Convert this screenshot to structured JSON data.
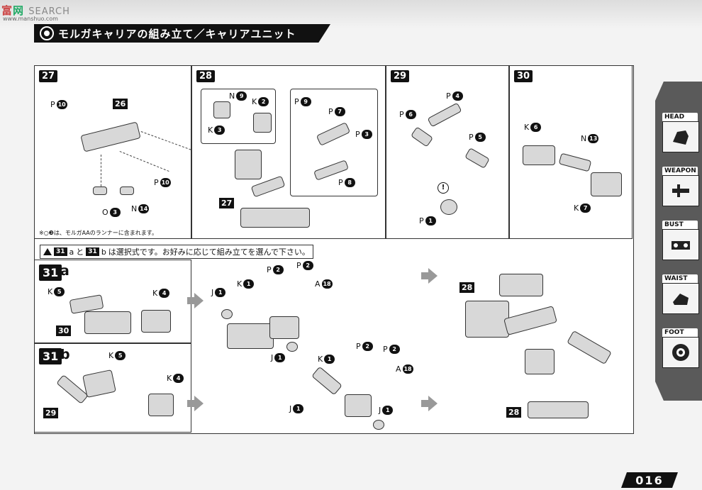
{
  "watermark": {
    "text": "SEARCH",
    "url": "www.manshuo.com"
  },
  "title": "モルガキャリアの組み立て／キャリアユニット",
  "optional_note": {
    "a": "31",
    "a_sfx": "a",
    "b": "31",
    "b_sfx": "b",
    "text": "は選択式です。お好みに応じて組み立てを選んで下さい。",
    "and": "と"
  },
  "runner_note": "※○❸は、モルガAAのランナーに含まれます。",
  "steps": {
    "s27": {
      "num": "27",
      "labels": {
        "p": "P",
        "p_n": "10",
        "box": "26",
        "p2": "P",
        "p2_n": "10",
        "o": "O",
        "o_n": "3",
        "n": "N",
        "n_n": "14"
      }
    },
    "s28": {
      "num": "28",
      "labels": {
        "n": "N",
        "n_n": "9",
        "k": "K",
        "k_n": "2",
        "k3": "K",
        "k3_n": "3",
        "p9": "P",
        "p9_n": "9",
        "p7": "P",
        "p7_n": "7",
        "p3": "P",
        "p3_n": "3",
        "p8": "P",
        "p8_n": "8",
        "box": "27"
      }
    },
    "s29": {
      "num": "29",
      "labels": {
        "p4": "P",
        "p4_n": "4",
        "p6": "P",
        "p6_n": "6",
        "p5": "P",
        "p5_n": "5",
        "p1": "P",
        "p1_n": "1",
        "excl": "!"
      }
    },
    "s30": {
      "num": "30",
      "labels": {
        "k6": "K",
        "k6_n": "6",
        "n13": "N",
        "n13_n": "13",
        "k7": "K",
        "k7_n": "7"
      }
    },
    "s31a": {
      "num": "31",
      "suffix": "a",
      "labels": {
        "k5": "K",
        "k5_n": "5",
        "k4": "K",
        "k4_n": "4",
        "box": "30"
      }
    },
    "s31b": {
      "num": "31",
      "suffix": "b",
      "labels": {
        "k5": "K",
        "k5_n": "5",
        "k4": "K",
        "k4_n": "4",
        "box": "29"
      }
    },
    "mid_a": {
      "j": "J",
      "j_n": "1",
      "k": "K",
      "k_n": "1",
      "p": "P",
      "p_n": "2",
      "p2": "P",
      "p2_n": "2",
      "a": "A",
      "a_n": "18",
      "j2": "J",
      "j2_n": "1"
    },
    "mid_b": {
      "k": "K",
      "k_n": "1",
      "p": "P",
      "p_n": "2",
      "p2": "P",
      "p2_n": "2",
      "a": "A",
      "a_n": "18",
      "j": "J",
      "j_n": "1",
      "j2": "J",
      "j2_n": "1"
    },
    "right": {
      "box1": "28",
      "box2": "28"
    }
  },
  "sidebar": {
    "items": [
      {
        "label": "HEAD"
      },
      {
        "label": "WEAPON"
      },
      {
        "label": "BUST"
      },
      {
        "label": "WAIST"
      },
      {
        "label": "FOOT"
      }
    ]
  },
  "page_number": "016"
}
